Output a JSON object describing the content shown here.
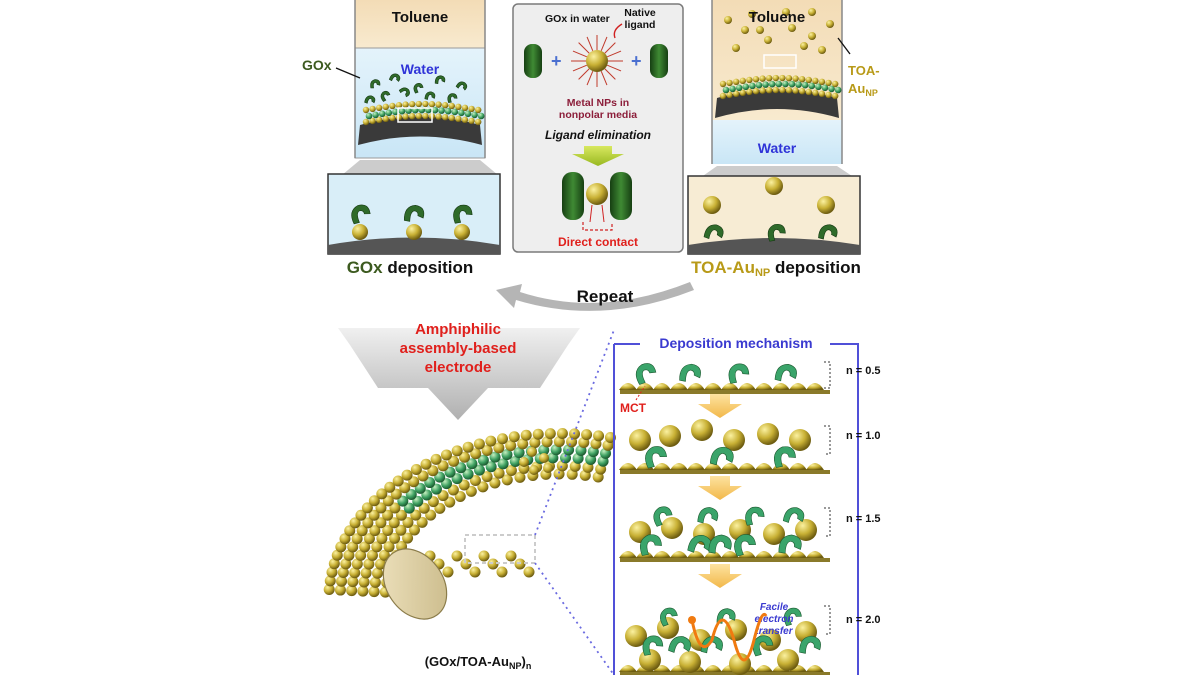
{
  "colors": {
    "toluene": "#f6e3c3",
    "water": "#d6ecf8",
    "gold": "#c8b034",
    "gox_green": "#2f6b2a",
    "red_text": "#e0201c",
    "blue_text": "#3a3ad0",
    "olive_text": "#3c5a1f",
    "gold_text": "#b89a18",
    "electron": "#f07a10",
    "arrow_gray": "#b7b7b7",
    "mech_border": "#5050d8"
  },
  "panels": {
    "left": {
      "toluene": "Toluene",
      "water": "Water",
      "gox": "GOx",
      "caption_main": "GOx",
      "caption_rest": " deposition"
    },
    "center": {
      "gox_in_water": "GOx in water",
      "native_ligand": [
        "Native",
        "ligand"
      ],
      "metal_nps": [
        "Metal NPs in",
        "nonpolar media"
      ],
      "ligand_elimination": "Ligand elimination",
      "direct_contact": "Direct contact"
    },
    "right": {
      "toluene": "Toluene",
      "water": "Water",
      "toa_label_1": "TOA-",
      "toa_label_2": "Au",
      "toa_label_sub": "NP",
      "caption_main": "TOA-Au",
      "caption_sub": "NP",
      "caption_rest": " deposition"
    }
  },
  "repeat": "Repeat",
  "amphiphilic": [
    "Amphiphilic",
    "assembly-based",
    "electrode"
  ],
  "electrode_formula": {
    "open": "(GOx/TOA-Au",
    "sub": "NP",
    "close": ")",
    "index": "n"
  },
  "mechanism": {
    "title": "Deposition mechanism",
    "mct": "MCT",
    "facile": [
      "Facile",
      "electron",
      "transfer"
    ],
    "levels": [
      "n = 0.5",
      "n = 1.0",
      "n = 1.5",
      "n = 2.0"
    ]
  }
}
